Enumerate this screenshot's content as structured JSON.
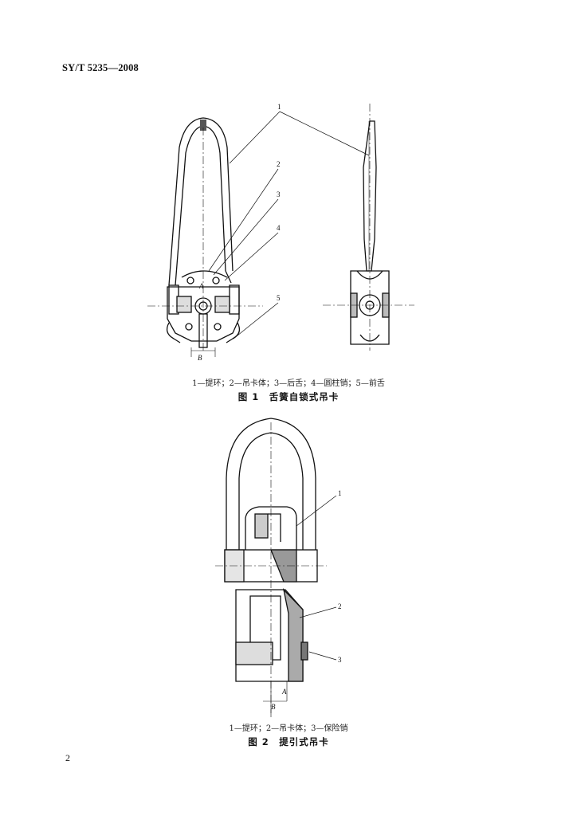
{
  "header": {
    "standard_code": "SY/T 5235—2008"
  },
  "figure1": {
    "callouts": [
      "1",
      "2",
      "3",
      "4",
      "5"
    ],
    "dims": {
      "a": "A",
      "b": "B"
    },
    "legend": "1—提环；2—吊卡体；3—后舌；4—圆柱销；5—前舌",
    "caption": "图 1　舌簧自锁式吊卡"
  },
  "figure2": {
    "callouts": [
      "1",
      "2",
      "3"
    ],
    "dims": {
      "a": "A",
      "b": "B"
    },
    "legend": "1—提环；2—吊卡体；3—保险销",
    "caption": "图 2　提引式吊卡"
  },
  "footer": {
    "page_number": "2"
  }
}
